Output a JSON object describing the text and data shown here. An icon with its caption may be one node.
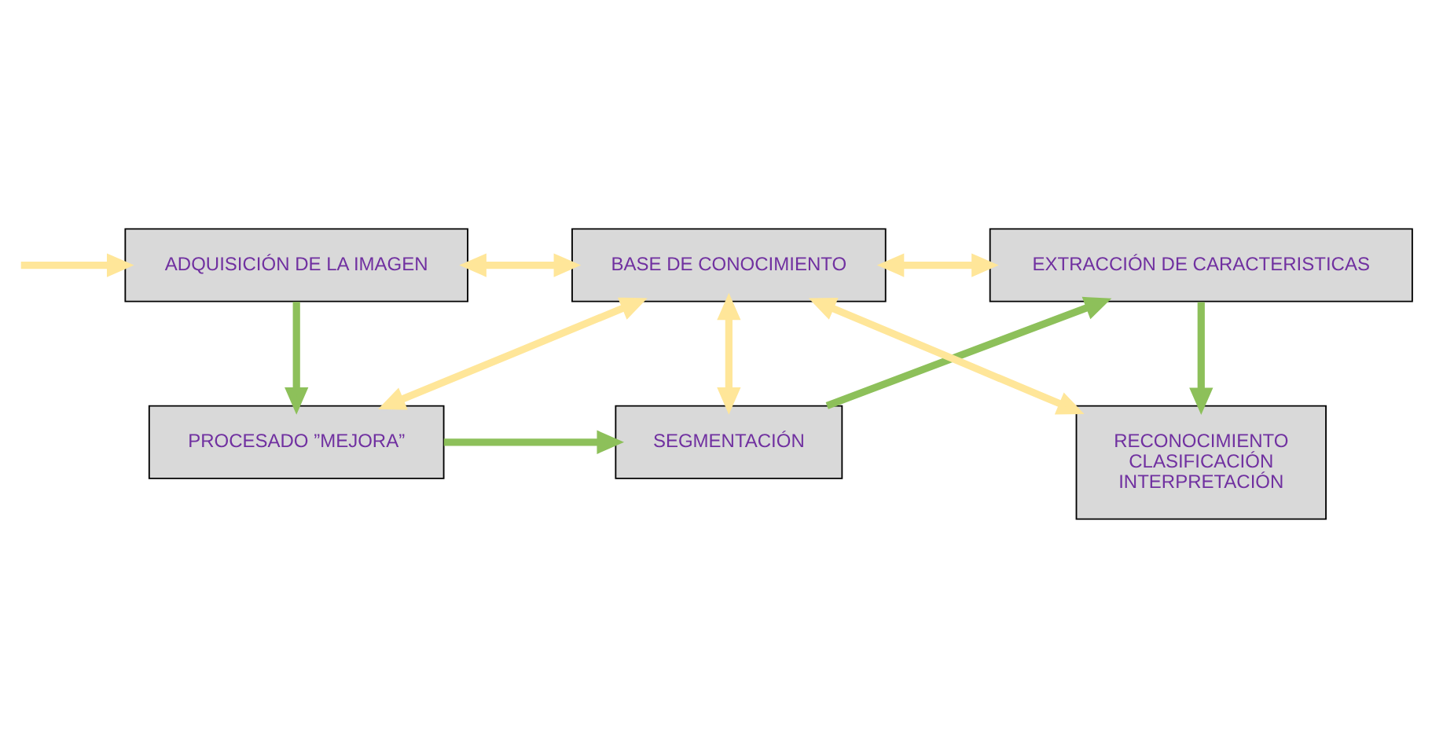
{
  "diagram": {
    "nodes": [
      {
        "text": [
          "PROCESADO ”MEJORA”"
        ]
      },
      {
        "text": [
          "SEGMENTACIÓN"
        ]
      },
      {
        "text": [
          "EXTRACCIÓN DE CARACTERISTICAS"
        ]
      },
      {
        "text": [
          "BASE DE CONOCIMIENTO"
        ]
      },
      {
        "text": [
          "ADQUISICIÓN DE LA IMAGEN"
        ]
      },
      {
        "text": [
          "RECONOCIMIENTO",
          "CLASIFICACIÓN",
          "INTERPRETACIÓN"
        ]
      }
    ],
    "edges": [
      {
        "from": null,
        "to": 4,
        "arrow": "to"
      },
      {
        "from": 4,
        "to": 0,
        "arrow": "to",
        "color": "#8dc05a"
      },
      {
        "from": 0,
        "to": 1,
        "arrow": "to",
        "color": "#8dc05a"
      },
      {
        "from": 1,
        "to": 2,
        "arrow": "to",
        "color": "#8dc05a"
      },
      {
        "from": 2,
        "to": 5,
        "arrow": "to",
        "color": "#8dc05a"
      },
      {
        "from": 3,
        "to": 0,
        "arrow": "both"
      },
      {
        "from": 3,
        "to": 1,
        "arrow": "both"
      },
      {
        "from": 3,
        "to": 2,
        "arrow": "both"
      },
      {
        "from": 3,
        "to": 4,
        "arrow": "both"
      },
      {
        "from": 3,
        "to": 5,
        "arrow": "both"
      }
    ]
  }
}
